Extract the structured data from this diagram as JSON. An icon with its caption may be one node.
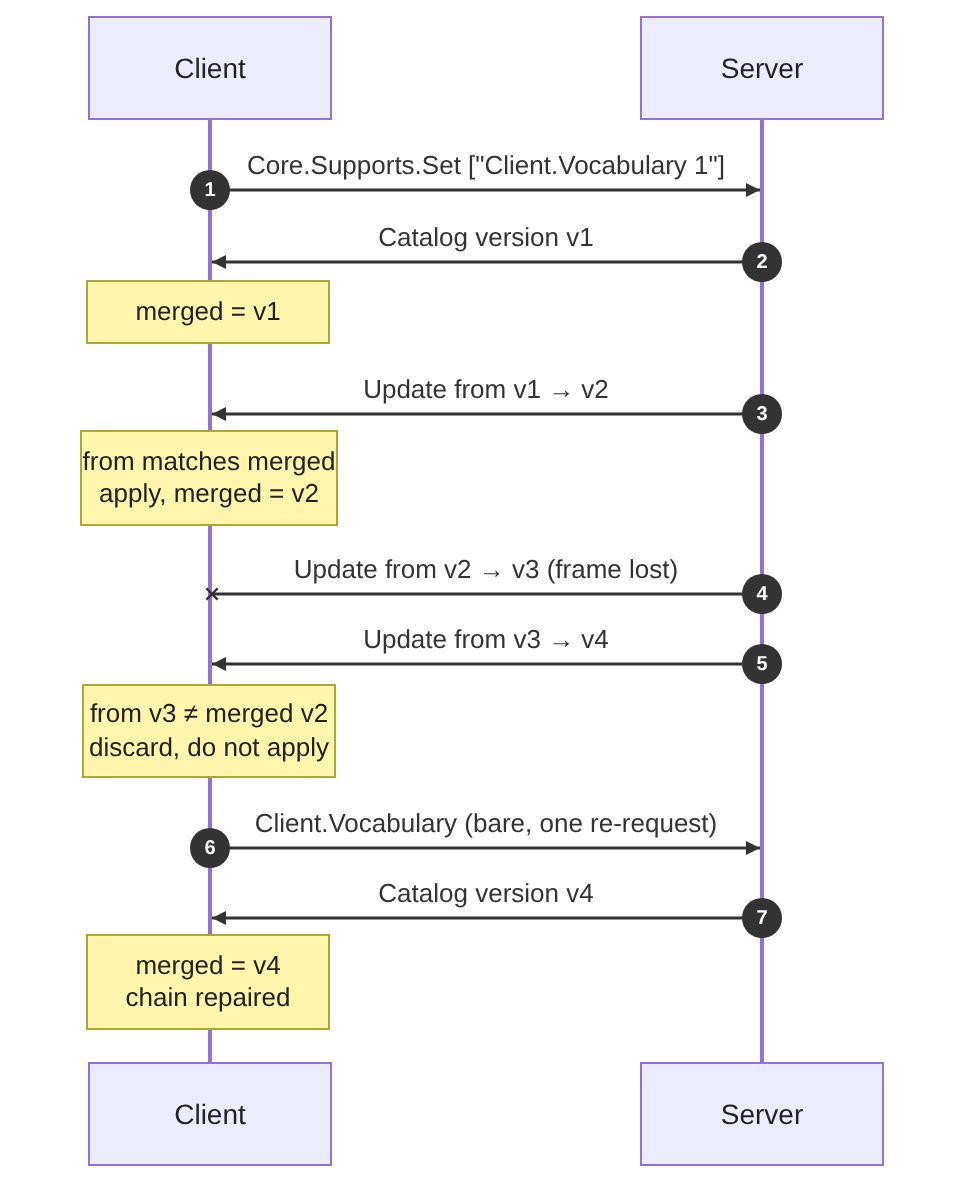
{
  "diagram": {
    "nodes": [
      {
        "text": [
          "Client"
        ]
      },
      {
        "text": [
          "Server"
        ]
      },
      {
        "text": [],
        "shape": "line"
      },
      {
        "text": [],
        "shape": "line"
      },
      {
        "text": [
          "merged = v1"
        ]
      },
      {
        "text": [],
        "shape": "line"
      },
      {
        "text": [
          "from matches merged",
          "apply, merged = v2"
        ]
      },
      {
        "text": [],
        "shape": "line"
      },
      {
        "text": [
          "from v3 ≠ merged v2",
          "discard, do not apply"
        ]
      },
      {
        "text": [],
        "shape": "line"
      },
      {
        "text": [
          "merged = v4",
          "chain repaired"
        ]
      },
      {
        "text": [],
        "shape": "line"
      },
      {
        "text": [
          "Client"
        ]
      },
      {
        "text": [
          "Server"
        ]
      }
    ],
    "edges": [
      {
        "from": 3,
        "to": 2,
        "arrow": "to",
        "label": "Core.Supports.Set [\"Client.Vocabulary 1\"]"
      },
      {
        "from": 2,
        "to": 3,
        "arrow": "to",
        "label": "Catalog version v1"
      },
      {
        "from": 2,
        "to": 5,
        "arrow": "to",
        "label": "Update from v1 → v2"
      },
      {
        "from": 2,
        "to": 7,
        "arrow": "other",
        "label": "Update from v2 → v3 (frame lost)"
      },
      {
        "from": 2,
        "to": 7,
        "arrow": "to",
        "label": "Update from v3 → v4"
      },
      {
        "from": 9,
        "to": 2,
        "arrow": "to",
        "label": "Client.Vocabulary (bare, one re-request)"
      },
      {
        "from": 2,
        "to": 9,
        "arrow": "to",
        "label": "Catalog version v4"
      }
    ],
    "labels": [
      "1",
      "2",
      "3",
      "4",
      "5",
      "6",
      "7"
    ]
  }
}
